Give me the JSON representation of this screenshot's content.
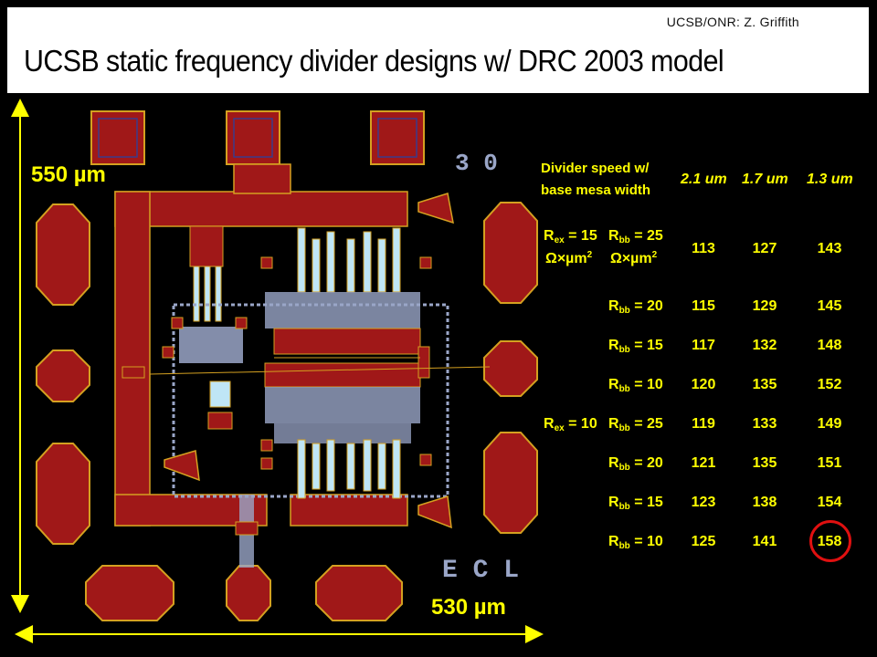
{
  "header": {
    "credit": "UCSB/ONR:  Z. Griffith",
    "title": "UCSB static frequency divider designs w/ DRC 2003 model"
  },
  "layout": {
    "height_label": "550 µm",
    "width_label": "530 µm",
    "chip_labels": [
      "3 0",
      "E C L"
    ],
    "colors": {
      "background": "#000000",
      "metal": "#a01818",
      "metal_outline": "#d4a020",
      "nitride": "#9aa6c8",
      "via": "#bfe6f6",
      "annotation": "#ffff00",
      "highlight": "#e01010"
    }
  },
  "table": {
    "header_label_line1": "Divider speed w/",
    "header_label_line2": "base mesa width",
    "columns": [
      "2.1 um",
      "1.7 um",
      "1.3 um"
    ],
    "groups": [
      {
        "rex_label": "R",
        "rex_sub": "ex",
        "rex_value": " = 15",
        "rex_unit": "Ω×µm",
        "rex_unit_sup": "2",
        "rows": [
          {
            "rbb": " = 25",
            "unit": "Ω×µm",
            "unit_sup": "2",
            "values": [
              "113",
              "127",
              "143"
            ]
          },
          {
            "rbb": " = 20",
            "values": [
              "115",
              "129",
              "145"
            ]
          },
          {
            "rbb": " = 15",
            "values": [
              "117",
              "132",
              "148"
            ]
          },
          {
            "rbb": " = 10",
            "values": [
              "120",
              "135",
              "152"
            ]
          }
        ]
      },
      {
        "rex_label": "R",
        "rex_sub": "ex",
        "rex_value": " = 10",
        "rows": [
          {
            "rbb": " = 25",
            "values": [
              "119",
              "133",
              "149"
            ]
          },
          {
            "rbb": " = 20",
            "values": [
              "121",
              "135",
              "151"
            ]
          },
          {
            "rbb": " = 15",
            "values": [
              "123",
              "138",
              "154"
            ]
          },
          {
            "rbb": " = 10",
            "values": [
              "125",
              "141",
              "158"
            ]
          }
        ]
      }
    ],
    "rbb_label": "R",
    "rbb_sub": "bb",
    "highlighted_value": "158"
  }
}
